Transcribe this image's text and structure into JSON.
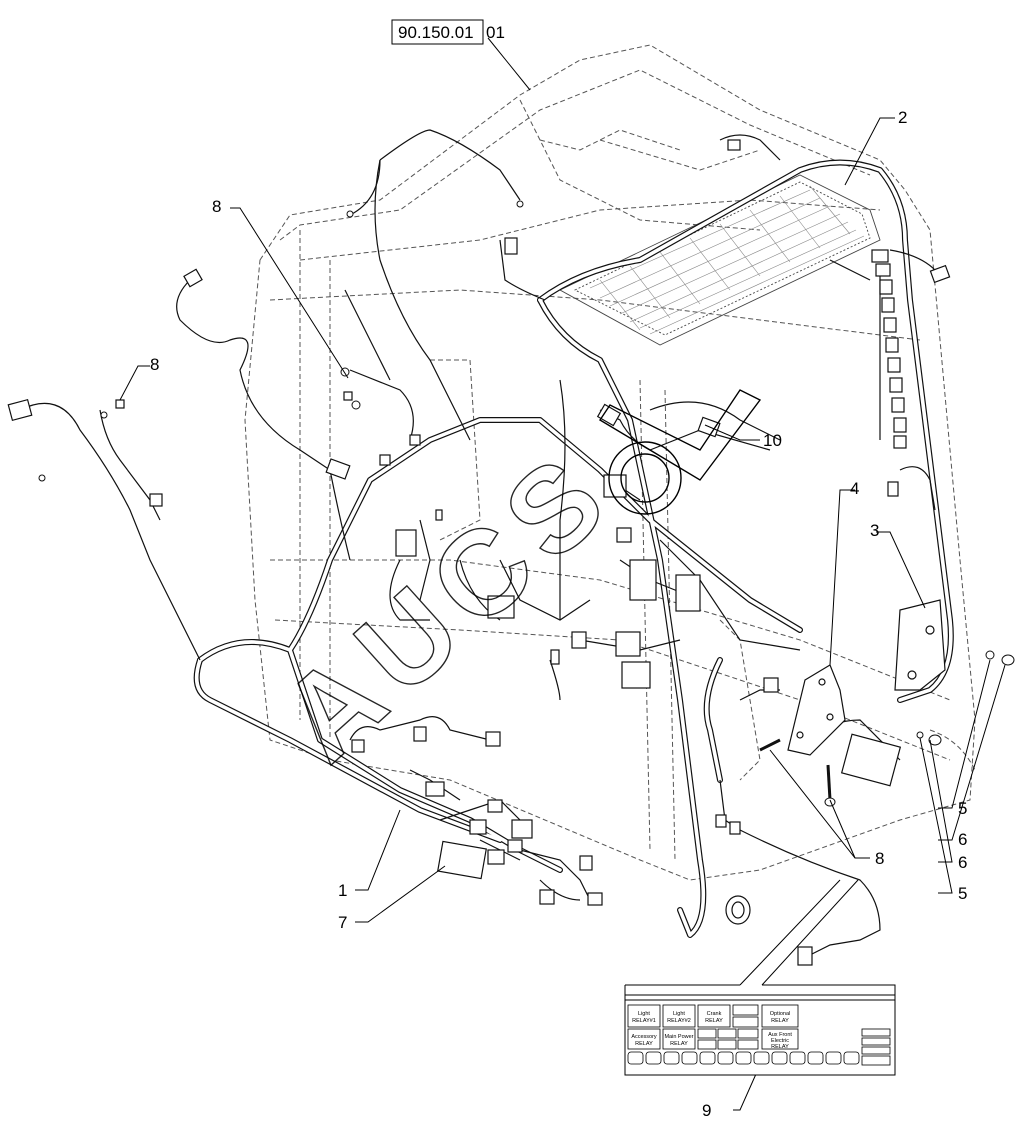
{
  "reference": {
    "code": "90.150.01",
    "suffix": "01"
  },
  "callouts": [
    {
      "id": "c1",
      "text": "1"
    },
    {
      "id": "c2",
      "text": "2"
    },
    {
      "id": "c3",
      "text": "3"
    },
    {
      "id": "c4",
      "text": "4"
    },
    {
      "id": "c5a",
      "text": "5"
    },
    {
      "id": "c5b",
      "text": "5"
    },
    {
      "id": "c6a",
      "text": "6"
    },
    {
      "id": "c6b",
      "text": "6"
    },
    {
      "id": "c7",
      "text": "7"
    },
    {
      "id": "c8a",
      "text": "8"
    },
    {
      "id": "c8b",
      "text": "8"
    },
    {
      "id": "c8c",
      "text": "8"
    },
    {
      "id": "c9",
      "text": "9"
    },
    {
      "id": "c10",
      "text": "10"
    }
  ],
  "decal": {
    "relays": [
      {
        "line1": "Light",
        "line2": "RELAY#1"
      },
      {
        "line1": "Light",
        "line2": "RELAY#2"
      },
      {
        "line1": "Crank",
        "line2": "RELAY"
      },
      {
        "line1": "Optional",
        "line2": "RELAY"
      },
      {
        "line1": "Accessory",
        "line2": "RELAY"
      },
      {
        "line1": "Main Power",
        "line2": "RELAY"
      },
      {
        "line1": "Aux Front",
        "line2": "Electric",
        "line3": "RELAY"
      }
    ]
  },
  "watermark": {
    "letters": [
      "A",
      "U",
      "C",
      "S"
    ]
  }
}
